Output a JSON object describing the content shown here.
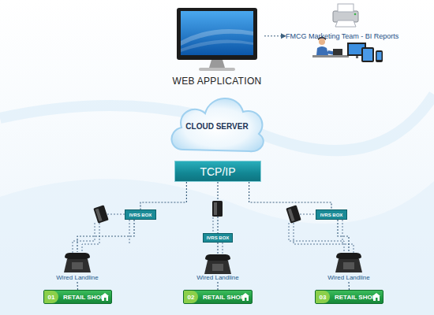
{
  "diagram": {
    "nodes": [
      {
        "text": [
          "WEB APPLICATION"
        ]
      },
      {
        "text": [
          "FMCG Marketing Team - BI Reports"
        ]
      },
      {
        "text": [
          "CLOUD SERVER"
        ]
      },
      {
        "text": [
          "TCP/IP"
        ]
      },
      {
        "text": [
          "IVRS BOX"
        ]
      },
      {
        "text": [
          "IVRS BOX"
        ]
      },
      {
        "text": [
          "IVRS BOX"
        ]
      },
      {
        "text": [
          "Wired Landline"
        ]
      },
      {
        "text": [
          "Wired Landline"
        ]
      },
      {
        "text": [
          "Wired Landline"
        ]
      },
      {
        "text": [
          "01",
          "RETAIL SHOP"
        ]
      },
      {
        "text": [
          "02",
          "RETAIL SHOP"
        ]
      },
      {
        "text": [
          "03",
          "RETAIL SHOP"
        ]
      }
    ],
    "edges": [
      {
        "from": 0,
        "to": 1,
        "arrow": "to"
      },
      {
        "from": 3,
        "to": 4,
        "arrow": "none"
      },
      {
        "from": 3,
        "to": 5,
        "arrow": "none"
      },
      {
        "from": 3,
        "to": 6,
        "arrow": "none"
      },
      {
        "from": 4,
        "to": 7,
        "arrow": "none"
      },
      {
        "from": 5,
        "to": 8,
        "arrow": "none"
      },
      {
        "from": 6,
        "to": 9,
        "arrow": "none"
      },
      {
        "from": 7,
        "to": 10,
        "arrow": "none"
      },
      {
        "from": 8,
        "to": 11,
        "arrow": "none"
      },
      {
        "from": 9,
        "to": 12,
        "arrow": "none"
      }
    ]
  }
}
